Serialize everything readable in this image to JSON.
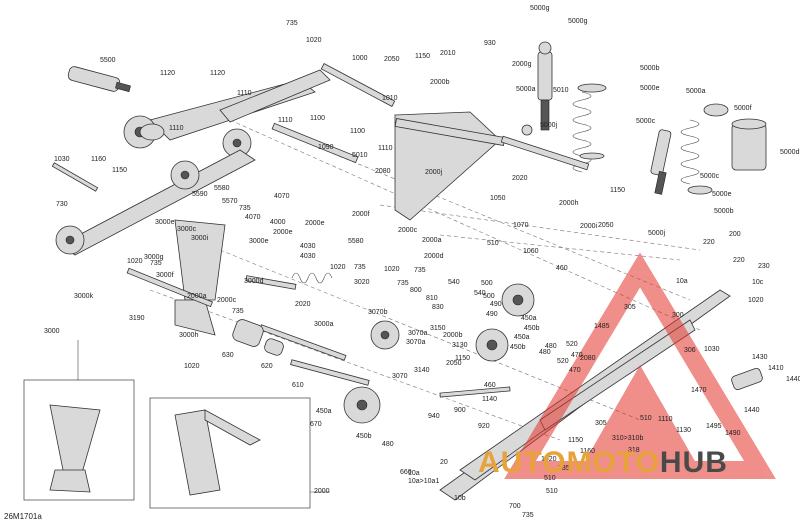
{
  "diagram_code": "26M1701a",
  "brand": {
    "part1": "AUTOMOTO",
    "part2": "HUB"
  },
  "colors": {
    "logo_red": "#e4332b",
    "logo_orange": "#e8a23a",
    "logo_gray": "#4a4a4a"
  },
  "labels": [
    {
      "t": "735"
    },
    {
      "t": "1020"
    },
    {
      "t": "5000g"
    },
    {
      "t": "5000g"
    },
    {
      "t": "930"
    },
    {
      "t": "2000g"
    },
    {
      "t": "5010"
    },
    {
      "t": "5000b"
    },
    {
      "t": "5000e"
    },
    {
      "t": "5000a"
    },
    {
      "t": "5000c"
    },
    {
      "t": "5000j"
    },
    {
      "t": "5000a"
    },
    {
      "t": "5000f"
    },
    {
      "t": "5000d"
    },
    {
      "t": "5000c"
    },
    {
      "t": "5000e"
    },
    {
      "t": "5000b"
    },
    {
      "t": "5000j"
    },
    {
      "t": "5500"
    },
    {
      "t": "1120"
    },
    {
      "t": "1120"
    },
    {
      "t": "1110"
    },
    {
      "t": "1110"
    },
    {
      "t": "1110"
    },
    {
      "t": "1100"
    },
    {
      "t": "1000"
    },
    {
      "t": "2050"
    },
    {
      "t": "1150"
    },
    {
      "t": "2010"
    },
    {
      "t": "2000b"
    },
    {
      "t": "1010"
    },
    {
      "t": "1100"
    },
    {
      "t": "1090"
    },
    {
      "t": "5010"
    },
    {
      "t": "1110"
    },
    {
      "t": "2080"
    },
    {
      "t": "2000j"
    },
    {
      "t": "2020"
    },
    {
      "t": "1030"
    },
    {
      "t": "1160"
    },
    {
      "t": "1150"
    },
    {
      "t": "5590"
    },
    {
      "t": "5580"
    },
    {
      "t": "5570"
    },
    {
      "t": "735"
    },
    {
      "t": "4070"
    },
    {
      "t": "4070"
    },
    {
      "t": "2000f"
    },
    {
      "t": "4000"
    },
    {
      "t": "2000e"
    },
    {
      "t": "4030"
    },
    {
      "t": "2000e"
    },
    {
      "t": "4030"
    },
    {
      "t": "2000c"
    },
    {
      "t": "2000a"
    },
    {
      "t": "5580"
    },
    {
      "t": "2000d"
    },
    {
      "t": "1020"
    },
    {
      "t": "735"
    },
    {
      "t": "1020"
    },
    {
      "t": "735"
    },
    {
      "t": "1050"
    },
    {
      "t": "1070"
    },
    {
      "t": "1060"
    },
    {
      "t": "510"
    },
    {
      "t": "2000h"
    },
    {
      "t": "2000i"
    },
    {
      "t": "1150"
    },
    {
      "t": "2050"
    },
    {
      "t": "730"
    },
    {
      "t": "3000e"
    },
    {
      "t": "3000c"
    },
    {
      "t": "3000i"
    },
    {
      "t": "3000e"
    },
    {
      "t": "3000g"
    },
    {
      "t": "1020"
    },
    {
      "t": "735"
    },
    {
      "t": "3000f"
    },
    {
      "t": "3000k"
    },
    {
      "t": "3000d"
    },
    {
      "t": "2000a"
    },
    {
      "t": "2000c"
    },
    {
      "t": "735"
    },
    {
      "t": "3000h"
    },
    {
      "t": "3190"
    },
    {
      "t": "1020"
    },
    {
      "t": "3020"
    },
    {
      "t": "2020"
    },
    {
      "t": "735"
    },
    {
      "t": "800"
    },
    {
      "t": "810"
    },
    {
      "t": "830"
    },
    {
      "t": "3070b"
    },
    {
      "t": "3000a"
    },
    {
      "t": "3070a"
    },
    {
      "t": "3150"
    },
    {
      "t": "3070a"
    },
    {
      "t": "3070"
    },
    {
      "t": "3140"
    },
    {
      "t": "3130"
    },
    {
      "t": "2000b"
    },
    {
      "t": "2050"
    },
    {
      "t": "1150"
    },
    {
      "t": "630"
    },
    {
      "t": "620"
    },
    {
      "t": "610"
    },
    {
      "t": "540"
    },
    {
      "t": "540"
    },
    {
      "t": "500"
    },
    {
      "t": "500"
    },
    {
      "t": "490"
    },
    {
      "t": "490"
    },
    {
      "t": "460"
    },
    {
      "t": "450a"
    },
    {
      "t": "450b"
    },
    {
      "t": "480"
    },
    {
      "t": "520"
    },
    {
      "t": "450a"
    },
    {
      "t": "450b"
    },
    {
      "t": "480"
    },
    {
      "t": "520"
    },
    {
      "t": "460"
    },
    {
      "t": "470"
    },
    {
      "t": "2080"
    },
    {
      "t": "470"
    },
    {
      "t": "1485"
    },
    {
      "t": "305"
    },
    {
      "t": "300"
    },
    {
      "t": "220"
    },
    {
      "t": "200"
    },
    {
      "t": "10a"
    },
    {
      "t": "220"
    },
    {
      "t": "230"
    },
    {
      "t": "10c"
    },
    {
      "t": "1020"
    },
    {
      "t": "306"
    },
    {
      "t": "1030"
    },
    {
      "t": "1430"
    },
    {
      "t": "1410"
    },
    {
      "t": "1440"
    },
    {
      "t": "1470"
    },
    {
      "t": "1440"
    },
    {
      "t": "1495"
    },
    {
      "t": "1490"
    },
    {
      "t": "510"
    },
    {
      "t": "1110"
    },
    {
      "t": "1130"
    },
    {
      "t": "305"
    },
    {
      "t": "310>310b"
    },
    {
      "t": "1150"
    },
    {
      "t": "1160"
    },
    {
      "t": "318"
    },
    {
      "t": "450a"
    },
    {
      "t": "450b"
    },
    {
      "t": "480"
    },
    {
      "t": "660"
    },
    {
      "t": "670"
    },
    {
      "t": "940"
    },
    {
      "t": "900"
    },
    {
      "t": "920"
    },
    {
      "t": "1140"
    },
    {
      "t": "20"
    },
    {
      "t": "10a"
    },
    {
      "t": "10a>10a1"
    },
    {
      "t": "10b"
    },
    {
      "t": "1020"
    },
    {
      "t": "735"
    },
    {
      "t": "510"
    },
    {
      "t": "510"
    },
    {
      "t": "700"
    },
    {
      "t": "735"
    },
    {
      "t": "3000"
    },
    {
      "t": "2000"
    }
  ]
}
